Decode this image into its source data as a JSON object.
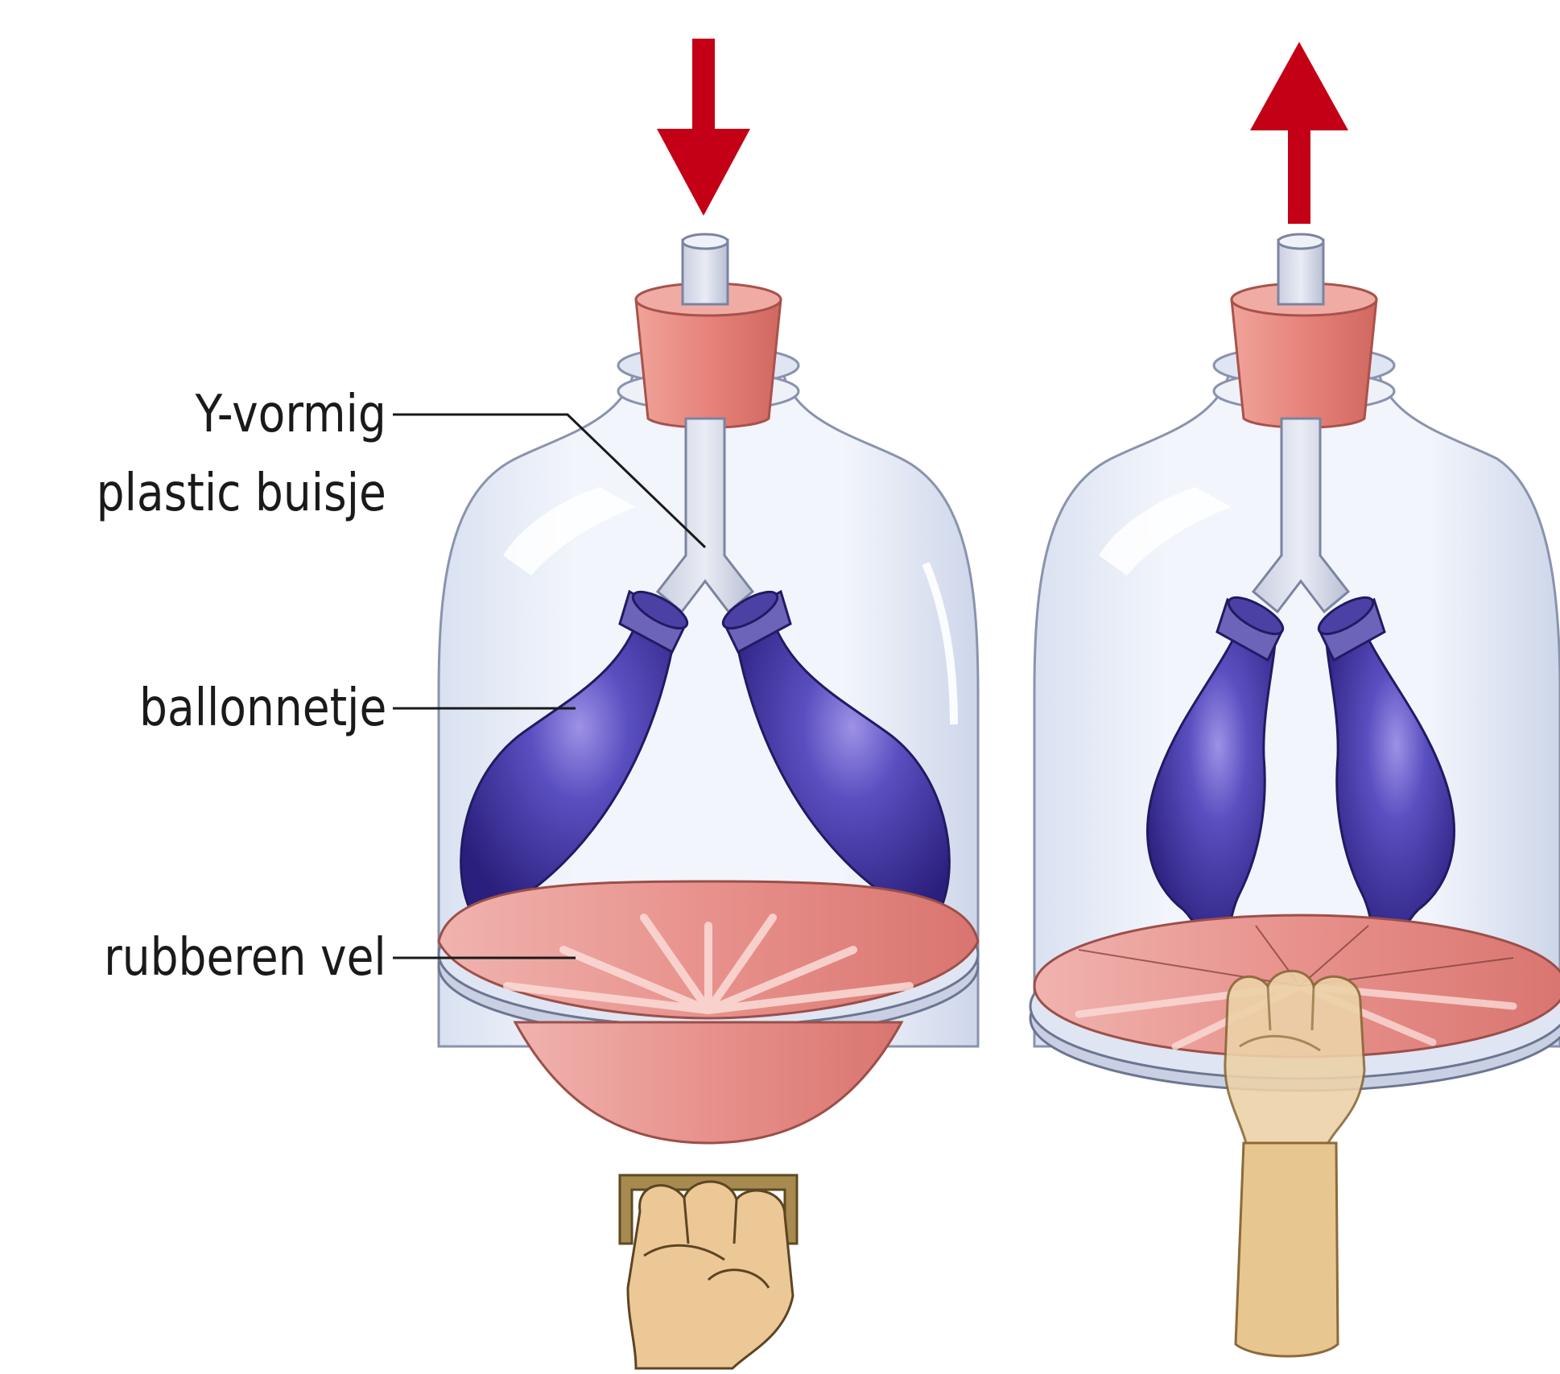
{
  "labels": {
    "tube_line1": "Y-vormig",
    "tube_line2": "plastic buisje",
    "balloon": "ballonnetje",
    "sheet": "rubberen vel"
  },
  "models": [
    {
      "id": "inhale",
      "arrow": "down",
      "balloons": "inflated",
      "sheet": "pulled-down",
      "hand": "fist-pulling-handle"
    },
    {
      "id": "exhale",
      "arrow": "up",
      "balloons": "deflated",
      "sheet": "pushed-up",
      "hand": "fist-pushing-sheet"
    }
  ],
  "colors": {
    "arrow": "#c30016",
    "balloon": "#3b2f95",
    "rubber": "#e88a85",
    "stopper": "#e07a72",
    "glass": "#e9eef8",
    "skin": "#ecc896",
    "handle": "#a78a4f"
  }
}
